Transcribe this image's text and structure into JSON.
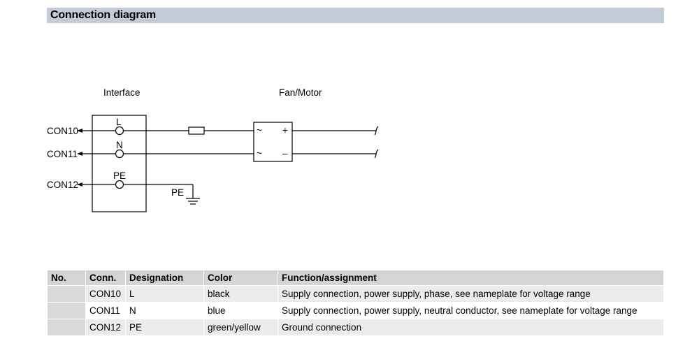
{
  "header": {
    "title": "Connection diagram"
  },
  "diagram": {
    "interface_label": "Interface",
    "motor_label": "Fan/Motor",
    "connectors": [
      {
        "name": "CON10",
        "terminal": "L"
      },
      {
        "name": "CON11",
        "terminal": "N"
      },
      {
        "name": "CON12",
        "terminal": "PE"
      }
    ],
    "ground_label": "PE",
    "motor_pins": {
      "top_left": "~",
      "top_right": "+",
      "bottom_left": "~",
      "bottom_right": "–"
    }
  },
  "table": {
    "headers": [
      "No.",
      "Conn.",
      "Designation",
      "Color",
      "Function/assignment"
    ],
    "rows": [
      [
        "",
        "CON10",
        "L",
        "black",
        "Supply connection, power supply, phase, see nameplate for voltage range"
      ],
      [
        "",
        "CON11",
        "N",
        "blue",
        "Supply connection, power supply, neutral conductor, see nameplate for voltage range"
      ],
      [
        "",
        "CON12",
        "PE",
        "green/yellow",
        "Ground connection"
      ]
    ]
  }
}
